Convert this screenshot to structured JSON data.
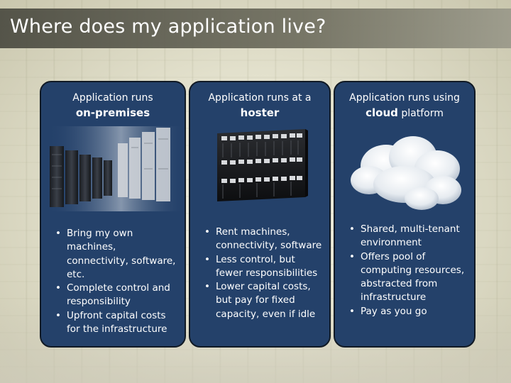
{
  "title": "Where does my application live?",
  "panels": [
    {
      "heading_line1": "Application runs",
      "heading_emph": "on-premises",
      "heading_suffix": "",
      "illustration": "server-racks-icon",
      "bullets": [
        "Bring my own machines, connectivity, software, etc.",
        "Complete control and responsibility",
        "Upfront capital costs for the infrastructure"
      ]
    },
    {
      "heading_line1": "Application runs at a",
      "heading_emph": "hoster",
      "heading_suffix": "",
      "illustration": "server-cabinet-icon",
      "bullets": [
        "Rent machines, connectivity, software",
        "Less control, but fewer responsibilities",
        "Lower capital costs, but pay for fixed capacity, even if idle"
      ]
    },
    {
      "heading_line1": "Application runs using",
      "heading_emph": "cloud",
      "heading_suffix": " platform",
      "illustration": "cloud-icon",
      "bullets": [
        "Shared, multi-tenant environment",
        "Offers pool of computing resources, abstracted from infrastructure",
        "Pay as you go"
      ]
    }
  ]
}
